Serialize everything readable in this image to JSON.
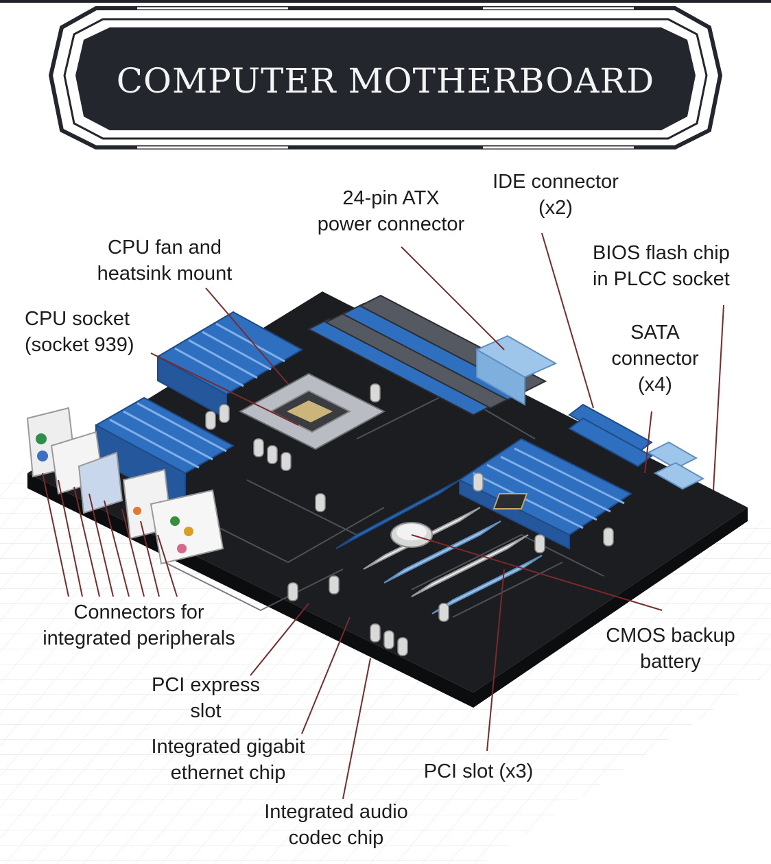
{
  "banner": {
    "title": "COMPUTER MOTHERBOARD"
  },
  "labels": {
    "ide": [
      "IDE connector",
      "(x2)"
    ],
    "atx": [
      "24-pin ATX",
      "power connector"
    ],
    "cpu_fan": [
      "CPU fan and",
      "heatsink mount"
    ],
    "bios": [
      "BIOS flash chip",
      "in PLCC socket"
    ],
    "cpu_socket": [
      "CPU socket",
      "(socket 939)"
    ],
    "sata": [
      "SATA",
      "connector",
      "(x4)"
    ],
    "connectors": [
      "Connectors for",
      "integrated peripherals"
    ],
    "cmos": [
      "CMOS backup",
      "battery"
    ],
    "pcie": [
      "PCI express",
      "slot"
    ],
    "ethernet": [
      "Integrated gigabit",
      "ethernet chip"
    ],
    "pci": [
      "PCI slot (x3)"
    ],
    "audio": [
      "Integrated audio",
      "codec chip"
    ]
  },
  "colors": {
    "board": "#1b1d20",
    "heatsink": "#2f6fc0",
    "slot_light": "#9ec6ea",
    "banner": "#23272d",
    "leader": "#7a2a2a"
  }
}
